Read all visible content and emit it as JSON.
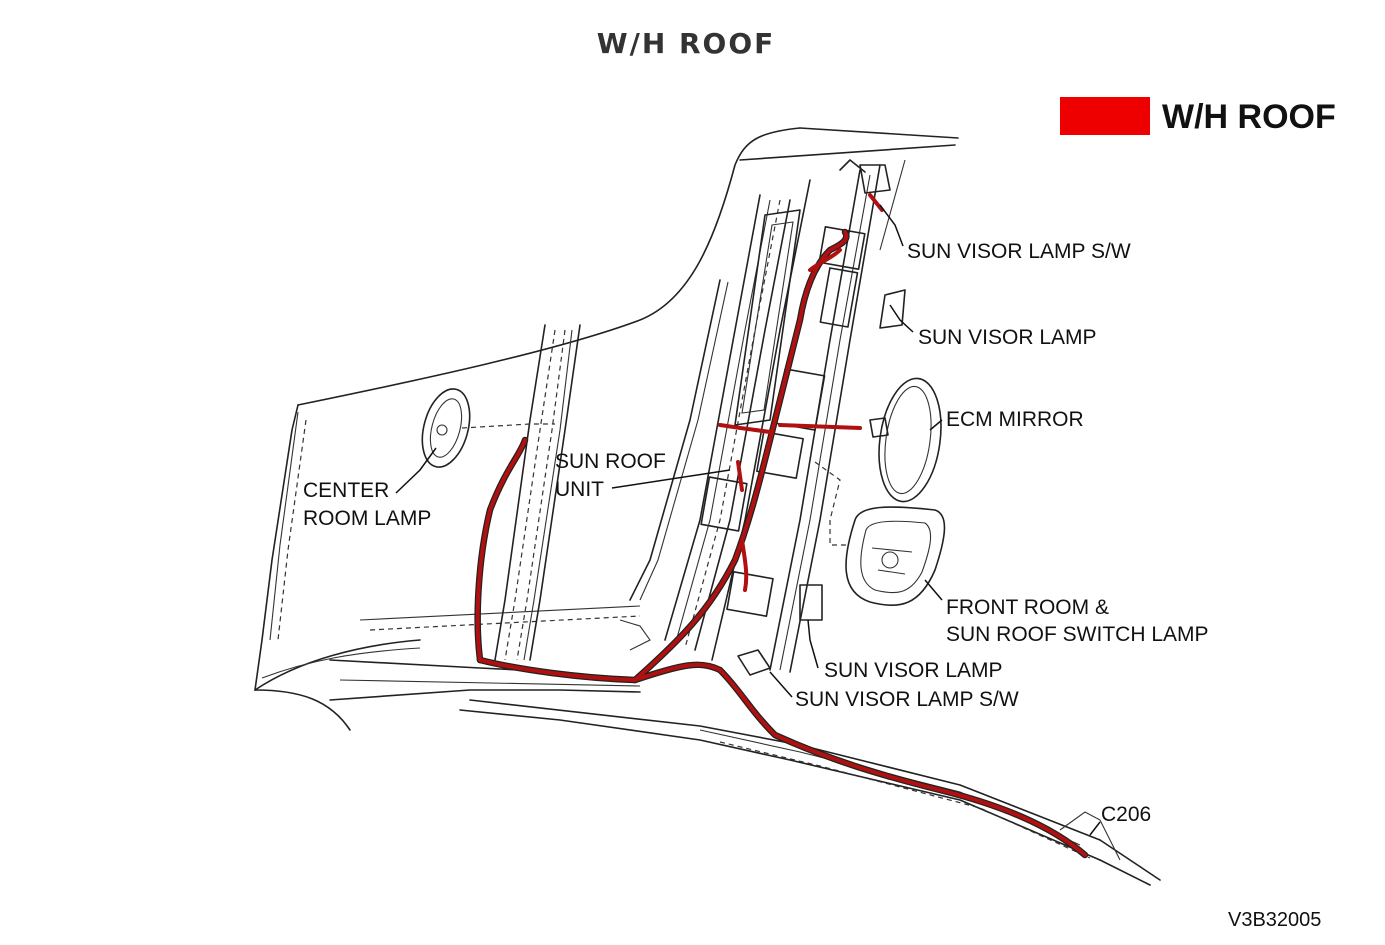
{
  "title": "W/H ROOF",
  "legend": {
    "label": "W/H ROOF",
    "color": "#ee0000"
  },
  "harness_color": "#b01010",
  "labels": {
    "sun_visor_lamp_sw_top": "SUN VISOR LAMP S/W",
    "sun_visor_lamp_top": "SUN VISOR LAMP",
    "ecm_mirror": "ECM MIRROR",
    "sun_roof_unit_1": "SUN ROOF",
    "sun_roof_unit_2": "UNIT",
    "center_room_lamp_1": "CENTER",
    "center_room_lamp_2": "ROOM LAMP",
    "front_room_lamp_1": "FRONT ROOM &",
    "front_room_lamp_2": "SUN ROOF SWITCH LAMP",
    "sun_visor_lamp_bottom": "SUN VISOR LAMP",
    "sun_visor_lamp_sw_bottom": "SUN VISOR LAMP S/W",
    "connector": "C206"
  },
  "figure_code": "V3B32005"
}
